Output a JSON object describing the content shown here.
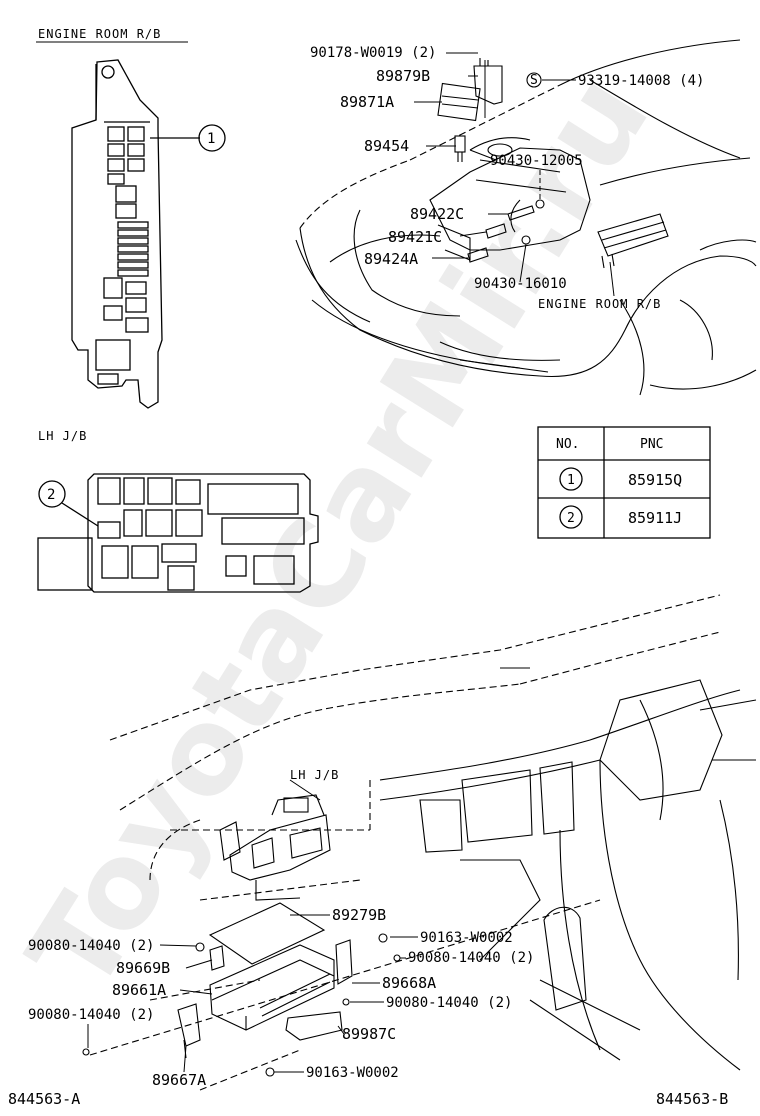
{
  "watermark": "ToyotaCarMir.ru",
  "captions": {
    "engine_room_rb_top": "ENGINE ROOM R/B",
    "engine_room_rb_callout": "ENGINE ROOM R/B",
    "lh_jb_top": "LH J/B",
    "lh_jb_callout": "LH J/B"
  },
  "circle_callouts": {
    "c1": "1",
    "c2": "2",
    "s_mark": "S"
  },
  "table": {
    "headers": [
      "NO.",
      "PNC"
    ],
    "rows": [
      {
        "no": "1",
        "pnc": "85915Q"
      },
      {
        "no": "2",
        "pnc": "85911J"
      }
    ]
  },
  "labels": {
    "p90178": "90178-W0019 (2)",
    "p89879B": "89879B",
    "p93319": "93319-14008 (4)",
    "p89871A": "89871A",
    "p89454": "89454",
    "p90430_12005": "90430-12005",
    "p89422C": "89422C",
    "p89421C": "89421C",
    "p89424A": "89424A",
    "p90430_16010": "90430-16010",
    "p89279B": "89279B",
    "p90080_a": "90080-14040 (2)",
    "p90163_a": "90163-W0002",
    "p90080_b": "90080-14040 (2)",
    "p89669B": "89669B",
    "p89668A": "89668A",
    "p89661A": "89661A",
    "p90080_c": "90080-14040 (2)",
    "p90080_d": "90080-14040 (2)",
    "p89987C": "89987C",
    "p89667A": "89667A",
    "p90163_b": "90163-W0002"
  },
  "footer": {
    "left": "844563-A",
    "right": "844563-B"
  }
}
